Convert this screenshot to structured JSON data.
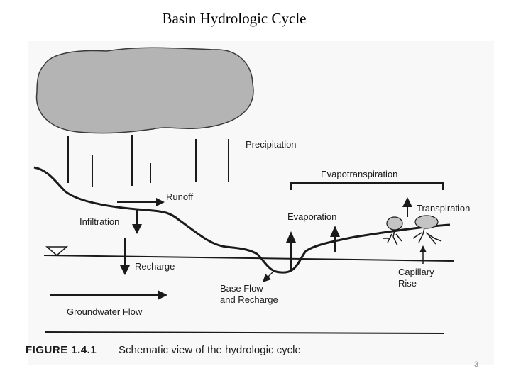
{
  "title": "Basin Hydrologic Cycle",
  "labels": {
    "precipitation": "Precipitation",
    "evapotranspiration": "Evapotranspiration",
    "runoff": "Runoff",
    "infiltration": "Infiltration",
    "evaporation": "Evaporation",
    "transpiration": "Transpiration",
    "recharge": "Recharge",
    "capillary_rise_line1": "Capillary",
    "capillary_rise_line2": "Rise",
    "base_flow_line1": "Base Flow",
    "base_flow_line2": "and Recharge",
    "groundwater_flow": "Groundwater Flow"
  },
  "caption": {
    "prefix": "FIGURE 1.4.1",
    "text": "Schematic view of the hydrologic cycle"
  },
  "page_number": "3",
  "colors": {
    "cloud": "#b4b4b4",
    "cloud_outline": "#3a3a3a",
    "line": "#1a1a1a",
    "plant": "#c4c4c4"
  }
}
